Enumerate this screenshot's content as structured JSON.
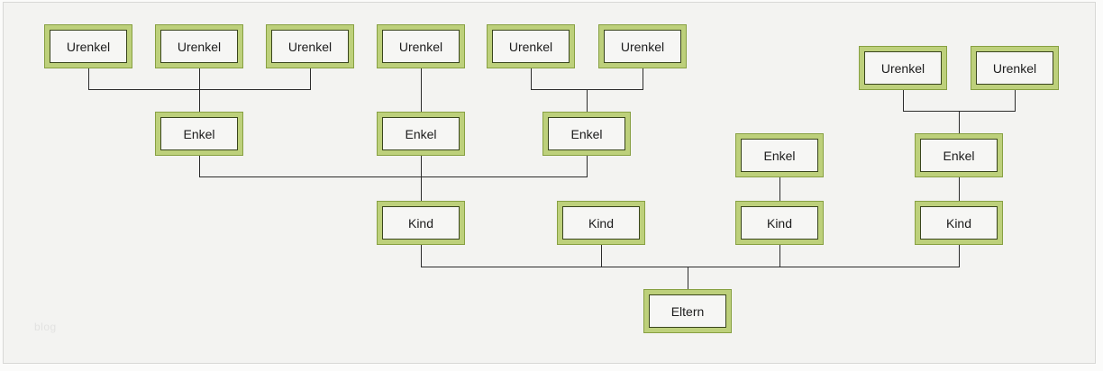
{
  "diagram": {
    "type": "family-tree",
    "watermark": "blog",
    "nodes": [
      {
        "id": "urenkel-1",
        "label": "Urenkel",
        "generation": "great-grandchild"
      },
      {
        "id": "urenkel-2",
        "label": "Urenkel",
        "generation": "great-grandchild"
      },
      {
        "id": "urenkel-3",
        "label": "Urenkel",
        "generation": "great-grandchild"
      },
      {
        "id": "urenkel-4",
        "label": "Urenkel",
        "generation": "great-grandchild"
      },
      {
        "id": "urenkel-5",
        "label": "Urenkel",
        "generation": "great-grandchild"
      },
      {
        "id": "urenkel-6",
        "label": "Urenkel",
        "generation": "great-grandchild"
      },
      {
        "id": "urenkel-7",
        "label": "Urenkel",
        "generation": "great-grandchild"
      },
      {
        "id": "urenkel-8",
        "label": "Urenkel",
        "generation": "great-grandchild"
      },
      {
        "id": "enkel-1",
        "label": "Enkel",
        "generation": "grandchild"
      },
      {
        "id": "enkel-2",
        "label": "Enkel",
        "generation": "grandchild"
      },
      {
        "id": "enkel-3",
        "label": "Enkel",
        "generation": "grandchild"
      },
      {
        "id": "enkel-4",
        "label": "Enkel",
        "generation": "grandchild"
      },
      {
        "id": "enkel-5",
        "label": "Enkel",
        "generation": "grandchild"
      },
      {
        "id": "kind-1",
        "label": "Kind",
        "generation": "child"
      },
      {
        "id": "kind-2",
        "label": "Kind",
        "generation": "child"
      },
      {
        "id": "kind-3",
        "label": "Kind",
        "generation": "child"
      },
      {
        "id": "kind-4",
        "label": "Kind",
        "generation": "child"
      },
      {
        "id": "eltern",
        "label": "Eltern",
        "generation": "parents"
      }
    ],
    "edges": [
      {
        "from": "enkel-1",
        "to": "urenkel-1"
      },
      {
        "from": "enkel-1",
        "to": "urenkel-2"
      },
      {
        "from": "enkel-1",
        "to": "urenkel-3"
      },
      {
        "from": "enkel-2",
        "to": "urenkel-4"
      },
      {
        "from": "enkel-3",
        "to": "urenkel-5"
      },
      {
        "from": "enkel-3",
        "to": "urenkel-6"
      },
      {
        "from": "enkel-5",
        "to": "urenkel-7"
      },
      {
        "from": "enkel-5",
        "to": "urenkel-8"
      },
      {
        "from": "kind-1",
        "to": "enkel-1"
      },
      {
        "from": "kind-1",
        "to": "enkel-2"
      },
      {
        "from": "kind-1",
        "to": "enkel-3"
      },
      {
        "from": "kind-3",
        "to": "enkel-4"
      },
      {
        "from": "kind-4",
        "to": "enkel-5"
      },
      {
        "from": "eltern",
        "to": "kind-1"
      },
      {
        "from": "eltern",
        "to": "kind-2"
      },
      {
        "from": "eltern",
        "to": "kind-3"
      },
      {
        "from": "eltern",
        "to": "kind-4"
      }
    ],
    "colors": {
      "box_band": "#bdd07b",
      "box_border_outer": "#87a042",
      "box_border_inner": "#39451c",
      "box_fill": "#f6f6f4",
      "connector": "#2b2b2b",
      "canvas_bg": "#f3f3f1"
    }
  }
}
